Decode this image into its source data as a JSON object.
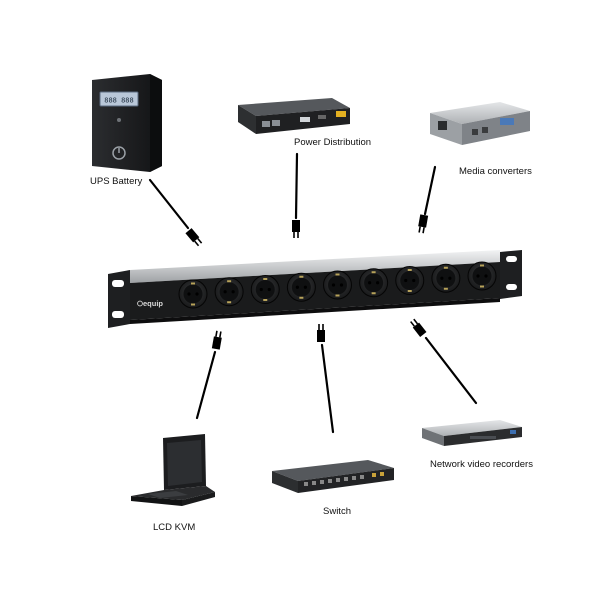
{
  "brand": {
    "logo_text": "equip"
  },
  "ups": {
    "display_text": "888 888"
  },
  "devices": [
    {
      "id": "ups",
      "label": "UPS Battery"
    },
    {
      "id": "power",
      "label": "Power Distribution"
    },
    {
      "id": "media",
      "label": "Media converters"
    },
    {
      "id": "kvm",
      "label": "LCD KVM"
    },
    {
      "id": "switch",
      "label": "Switch"
    },
    {
      "id": "nvr",
      "label": "Network video recorders"
    }
  ],
  "pdu": {
    "socket_count": 9
  }
}
